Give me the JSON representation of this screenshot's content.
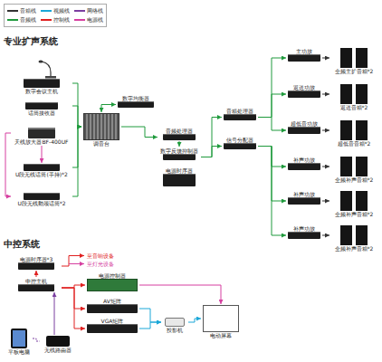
{
  "diagram": {
    "nodes": [
      {
        "text": [
          "数字会议主机"
        ]
      },
      {
        "text": [
          "话筒接收器"
        ]
      },
      {
        "text": [
          "天线放大器BF-400UF"
        ]
      },
      {
        "text": [
          "U段无线话筒(手持)*2"
        ]
      },
      {
        "text": [
          "U段无线鹅颈话筒*2"
        ]
      },
      {
        "text": [
          "数字均衡器"
        ]
      },
      {
        "text": [
          "调音台"
        ]
      },
      {
        "text": [
          "音频处理器"
        ]
      },
      {
        "text": [
          "数字反馈抑制器"
        ]
      },
      {
        "text": [
          "电源时序器"
        ]
      },
      {
        "text": [
          "音箱处理器"
        ]
      },
      {
        "text": [
          "信号分配器"
        ]
      },
      {
        "text": [
          "主功放"
        ]
      },
      {
        "text": [
          "返送功放"
        ]
      },
      {
        "text": [
          "超低音功放"
        ]
      },
      {
        "text": [
          "补声功放"
        ]
      },
      {
        "text": [
          "补声功放"
        ]
      },
      {
        "text": [
          "补声功放"
        ]
      },
      {
        "text": [
          "全频主扩音箱*2"
        ]
      },
      {
        "text": [
          "返送音箱*2"
        ]
      },
      {
        "text": [
          "超低音音箱*2"
        ]
      },
      {
        "text": [
          "全频补声音箱*2"
        ]
      },
      {
        "text": [
          "全频补声音箱*2"
        ]
      },
      {
        "text": [
          "全频补声音箱*2"
        ]
      },
      {
        "text": [
          "电源时序器*3"
        ]
      },
      {
        "text": [
          "中控主机"
        ]
      },
      {
        "text": [
          "电源控制器"
        ]
      },
      {
        "text": [
          "AV矩阵"
        ]
      },
      {
        "text": [
          "VGA矩阵"
        ]
      },
      {
        "text": [
          "平板电脑"
        ]
      },
      {
        "text": [
          "无线路由器"
        ]
      },
      {
        "text": [
          "投影机"
        ]
      },
      {
        "text": [
          "电动屏幕"
        ]
      }
    ],
    "edges": [
      {
        "from": 0,
        "to": 6,
        "arrow": "to"
      },
      {
        "from": 1,
        "to": 6,
        "arrow": "to"
      },
      {
        "from": 3,
        "to": 6,
        "arrow": "to"
      },
      {
        "from": 4,
        "to": 6,
        "arrow": "to"
      },
      {
        "from": 2,
        "to": 3,
        "arrow": "to"
      },
      {
        "from": 2,
        "to": 4,
        "arrow": "to"
      },
      {
        "from": 6,
        "to": 5,
        "arrow": "both"
      },
      {
        "from": 6,
        "to": 7,
        "arrow": "to"
      },
      {
        "from": 7,
        "to": 8,
        "arrow": "to"
      },
      {
        "from": 8,
        "to": 10,
        "arrow": "to"
      },
      {
        "from": 8,
        "to": 11,
        "arrow": "to"
      },
      {
        "from": 10,
        "to": 12,
        "arrow": "to"
      },
      {
        "from": 10,
        "to": 13,
        "arrow": "to"
      },
      {
        "from": 10,
        "to": 14,
        "arrow": "to"
      },
      {
        "from": 11,
        "to": 15,
        "arrow": "to"
      },
      {
        "from": 11,
        "to": 16,
        "arrow": "to"
      },
      {
        "from": 11,
        "to": 17,
        "arrow": "to"
      },
      {
        "from": 12,
        "to": 18,
        "arrow": "to"
      },
      {
        "from": 13,
        "to": 19,
        "arrow": "to"
      },
      {
        "from": 14,
        "to": 20,
        "arrow": "to"
      },
      {
        "from": 15,
        "to": 21,
        "arrow": "to"
      },
      {
        "from": 16,
        "to": 22,
        "arrow": "to"
      },
      {
        "from": 17,
        "to": 23,
        "arrow": "to"
      },
      {
        "from": 25,
        "to": 24,
        "arrow": "to"
      },
      {
        "from": 25,
        "to": 26,
        "arrow": "to"
      },
      {
        "from": 25,
        "to": 27,
        "arrow": "to"
      },
      {
        "from": 25,
        "to": 28,
        "arrow": "to"
      },
      {
        "from": 30,
        "to": 25,
        "arrow": "to"
      },
      {
        "from": 29,
        "to": 30,
        "arrow": "none"
      },
      {
        "from": 27,
        "to": 31,
        "arrow": "to"
      },
      {
        "from": 28,
        "to": 31,
        "arrow": "to"
      },
      {
        "from": 31,
        "to": 32,
        "arrow": "to"
      },
      {
        "from": 26,
        "to": 32,
        "arrow": "to"
      }
    ],
    "labels": [
      "专业扩声系统",
      "中控系统",
      "至音响设备",
      "至灯光设备"
    ],
    "legend": [
      {
        "text": "音箱线",
        "color": "#333333"
      },
      {
        "text": "视频线",
        "color": "#1aa7d8"
      },
      {
        "text": "网络线",
        "color": "#7b3fa0"
      },
      {
        "text": "音频线",
        "color": "#1f9a3c"
      },
      {
        "text": "控制线",
        "color": "#e02020"
      },
      {
        "text": "电源线",
        "color": "#d63fa0"
      }
    ]
  }
}
